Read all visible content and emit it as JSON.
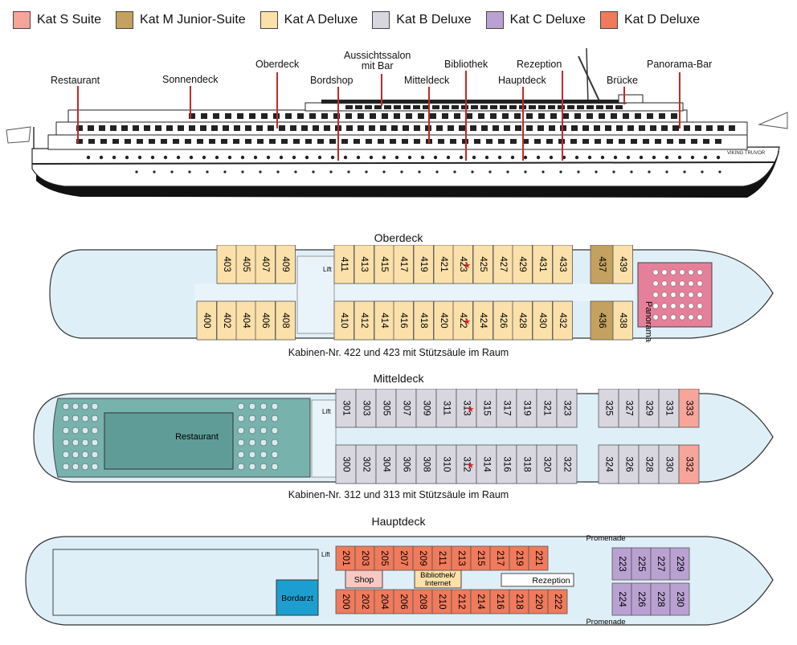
{
  "legend": [
    {
      "label": "Kat S Suite",
      "color": "#f7a49a"
    },
    {
      "label": "Kat M Junior-Suite",
      "color": "#c4a15f"
    },
    {
      "label": "Kat A Deluxe",
      "color": "#fbe0a9"
    },
    {
      "label": "Kat B Deluxe",
      "color": "#d8d7e0"
    },
    {
      "label": "Kat C Deluxe",
      "color": "#b9a2d2"
    },
    {
      "label": "Kat D Deluxe",
      "color": "#f07a5c"
    }
  ],
  "ship": {
    "name": "VIKING TRUVOR",
    "labels": {
      "restaurant": "Restaurant",
      "sonnendeck": "Sonnendeck",
      "oberdeck": "Oberdeck",
      "bordshop": "Bordshop",
      "aussicht1": "Aussichtssalon",
      "aussicht2": "mit Bar",
      "mitteldeck": "Mitteldeck",
      "bibliothek": "Bibliothek",
      "rezeption": "Rezeption",
      "hauptdeck": "Hauptdeck",
      "bruecke": "Brücke",
      "panorama": "Panorama-Bar"
    }
  },
  "decks": {
    "oberdeck": {
      "title": "Oberdeck",
      "top_row": [
        "403",
        "405",
        "407",
        "409",
        "411",
        "413",
        "415",
        "417",
        "419",
        "421",
        "423",
        "425",
        "427",
        "429",
        "431",
        "433",
        "437",
        "439"
      ],
      "bottom_row": [
        "400",
        "402",
        "404",
        "406",
        "408",
        "410",
        "412",
        "414",
        "416",
        "418",
        "420",
        "422",
        "424",
        "426",
        "428",
        "430",
        "432",
        "436",
        "438"
      ],
      "lift": "Lift",
      "bar": "Panorama-Bar",
      "note": "Kabinen-Nr. 422 und 423 mit Stützsäule im Raum"
    },
    "mitteldeck": {
      "title": "Mitteldeck",
      "top_row": [
        "301",
        "303",
        "305",
        "307",
        "309",
        "311",
        "313",
        "315",
        "317",
        "319",
        "321",
        "323",
        "325",
        "327",
        "329",
        "331",
        "333"
      ],
      "bottom_row": [
        "300",
        "302",
        "304",
        "306",
        "308",
        "310",
        "312",
        "314",
        "316",
        "318",
        "320",
        "322",
        "324",
        "326",
        "328",
        "330",
        "332"
      ],
      "lift": "Lift",
      "restaurant": "Restaurant",
      "note": "Kabinen-Nr. 312 und 313 mit Stützsäule im Raum"
    },
    "hauptdeck": {
      "title": "Hauptdeck",
      "top_row": [
        "201",
        "203",
        "205",
        "207",
        "209",
        "211",
        "213",
        "215",
        "217",
        "219",
        "221",
        "223",
        "225",
        "227",
        "229"
      ],
      "bottom_row": [
        "200",
        "202",
        "204",
        "206",
        "208",
        "210",
        "212",
        "214",
        "216",
        "218",
        "220",
        "222",
        "224",
        "226",
        "228",
        "230"
      ],
      "lift": "Lift",
      "shop": "Shop",
      "bibliothek": "Bibliothek/",
      "internet": "Internet",
      "rezeption": "Rezeption",
      "bordarzt": "Bordarzt",
      "promenade_top": "Promenade",
      "promenade_bottom": "Promenade"
    }
  }
}
